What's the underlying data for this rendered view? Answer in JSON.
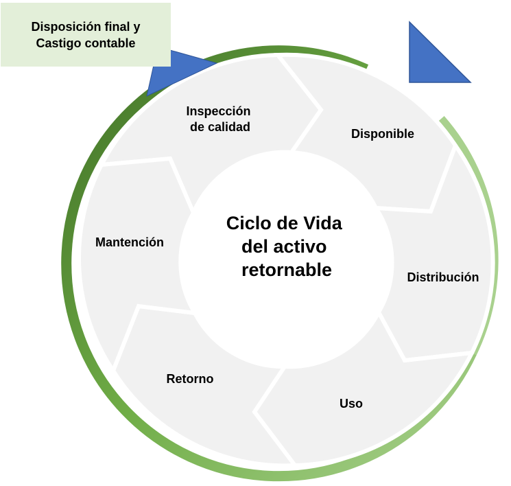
{
  "note": {
    "text": "Disposición final y\nCastigo contable"
  },
  "center": {
    "lines": [
      "Ciclo de Vida",
      "del activo",
      "retornable"
    ]
  },
  "stages": [
    {
      "name": "disponible",
      "lines": [
        "Disponible"
      ]
    },
    {
      "name": "distribucion",
      "lines": [
        "Distribución"
      ]
    },
    {
      "name": "uso",
      "lines": [
        "Uso"
      ]
    },
    {
      "name": "retorno",
      "lines": [
        "Retorno"
      ]
    },
    {
      "name": "mantencion",
      "lines": [
        "Mantención"
      ]
    },
    {
      "name": "inspeccion",
      "lines": [
        "Inspección",
        "de calidad"
      ]
    }
  ],
  "colors": {
    "ring_dark": "#538135",
    "ring_mid": "#70ad47",
    "ring_light": "#a9d18e",
    "segment_fill": "#f1f1f1",
    "center_fill": "#ffffff",
    "note_fill": "#e3efd9",
    "triangle_fill": "#4472c4",
    "triangle_stroke": "#2f5597"
  }
}
